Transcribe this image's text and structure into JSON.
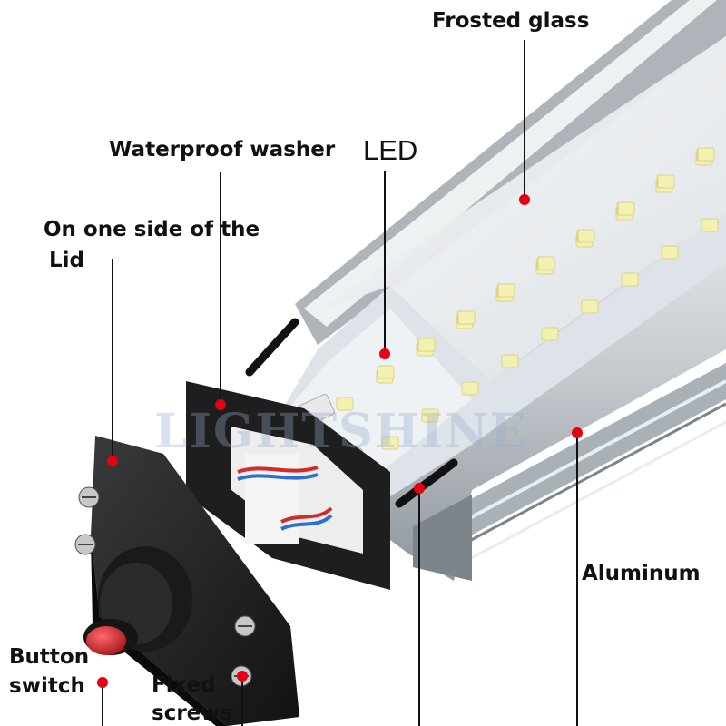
{
  "labels": {
    "frosted_glass": "Frosted glass",
    "waterproof_washer": "Waterproof washer",
    "led": "LED",
    "lid_line1": "On one side of the",
    "lid_line2": "Lid",
    "aluminum": "Aluminum",
    "button_line1": "Button",
    "button_line2": "switch",
    "screws_line1": "Fixed",
    "screws_line2": "screws"
  },
  "watermark": "LIGHTSHINE",
  "colors": {
    "marker": "#e60012",
    "leader_line": "#111111",
    "button": "#d8252b",
    "lid_plate": "#1c1c1c",
    "aluminum": "#c9ced3",
    "led_chip": "#f3f0b0"
  }
}
